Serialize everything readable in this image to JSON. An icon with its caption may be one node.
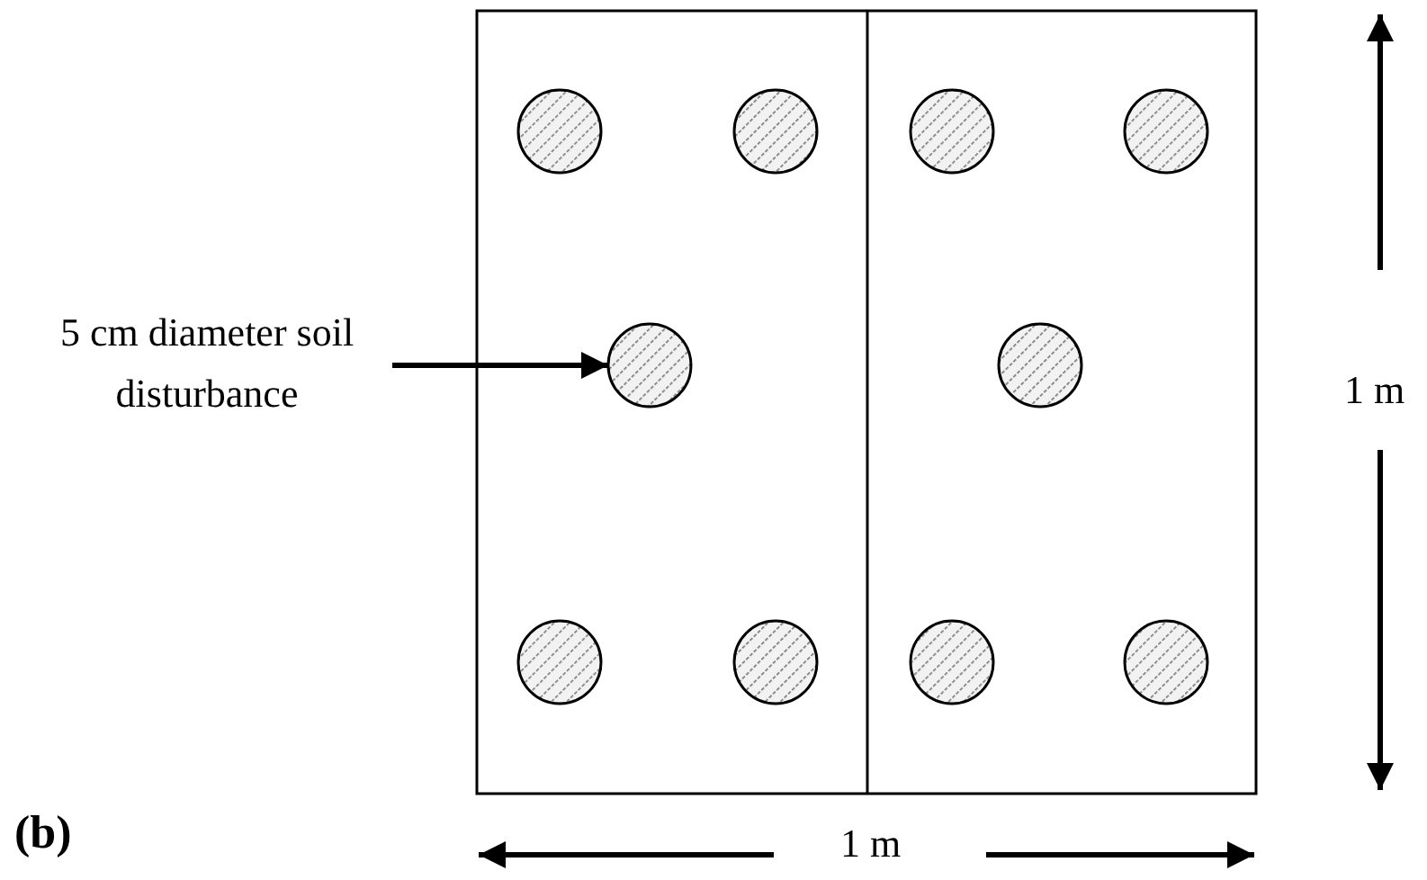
{
  "diagram": {
    "nodes": [
      {
        "text": [
          "5 cm diameter soil disturbance"
        ]
      },
      {
        "text": [],
        "shape": "circle"
      },
      {
        "text": [],
        "shape": "circle"
      },
      {
        "text": [],
        "shape": "circle"
      },
      {
        "text": [],
        "shape": "circle"
      },
      {
        "text": [],
        "shape": "circle"
      },
      {
        "text": [],
        "shape": "circle"
      },
      {
        "text": [],
        "shape": "circle"
      },
      {
        "text": [],
        "shape": "circle"
      },
      {
        "text": [],
        "shape": "circle"
      },
      {
        "text": [],
        "shape": "circle"
      }
    ],
    "edges": [
      {
        "from": 0,
        "to": 5,
        "arrow": "to"
      }
    ],
    "labels": [
      "1 m",
      "1 m",
      "(b)"
    ]
  }
}
